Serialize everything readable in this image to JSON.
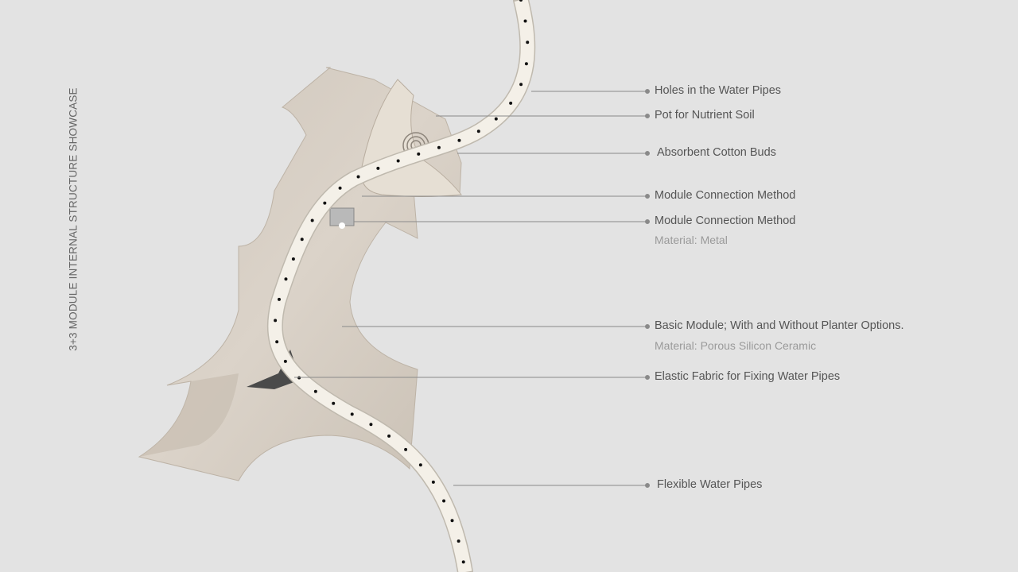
{
  "title": "3+3 MODULE INTERNAL STRUCTURE SHOWCASE",
  "annotations": [
    {
      "label": "Holes in the Water Pipes"
    },
    {
      "label": "Pot for Nutrient Soil"
    },
    {
      "label": "Absorbent Cotton Buds"
    },
    {
      "label": "Module Connection Method"
    },
    {
      "label": "Module Connection Method",
      "material": "Material: Metal"
    },
    {
      "label": "Basic Module; With and Without Planter Options.",
      "material": "Material: Porous Silicon Ceramic"
    },
    {
      "label": "Elastic Fabric for Fixing Water Pipes"
    },
    {
      "label": "Flexible Water Pipes"
    }
  ],
  "colors": {
    "background": "#e3e3e3",
    "module": "#d6cec4",
    "pipe": "#f3efe6",
    "leader": "#8a8a8a"
  }
}
